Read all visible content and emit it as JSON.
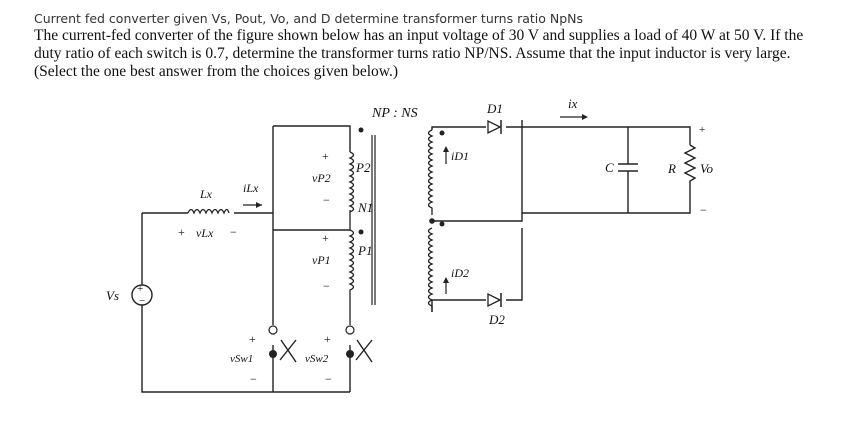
{
  "header": {
    "title": "Current fed converter given Vs, Pout, Vo, and D determine transformer turns ratio NpNs"
  },
  "question": {
    "text": "The current-fed converter of the figure shown below has an input voltage of 30 V and supplies a load of 40 W at 50 V.  If the duty ratio of each switch is 0.7, determine the transformer turns ratio NP/NS.  Assume that the input inductor is very large.  (Select the one best answer from the choices given below.)"
  },
  "figure": {
    "labels": {
      "turns_ratio": "NP : NS",
      "d1": "D1",
      "d2": "D2",
      "ix": "ix",
      "id1": "iD1",
      "id2": "iD2",
      "cap": "C",
      "res": "R",
      "vo": "Vo",
      "lx": "Lx",
      "ilx": "iLx",
      "vlx": "vLx",
      "vs": "Vs",
      "p2": "P2",
      "p1": "P1",
      "n1": "N1",
      "vp2": "vP2",
      "vp1": "vP1",
      "vsw1": "vSw1",
      "vsw2": "vSw2"
    },
    "polarity": {
      "plus": "+",
      "minus": "−"
    }
  }
}
